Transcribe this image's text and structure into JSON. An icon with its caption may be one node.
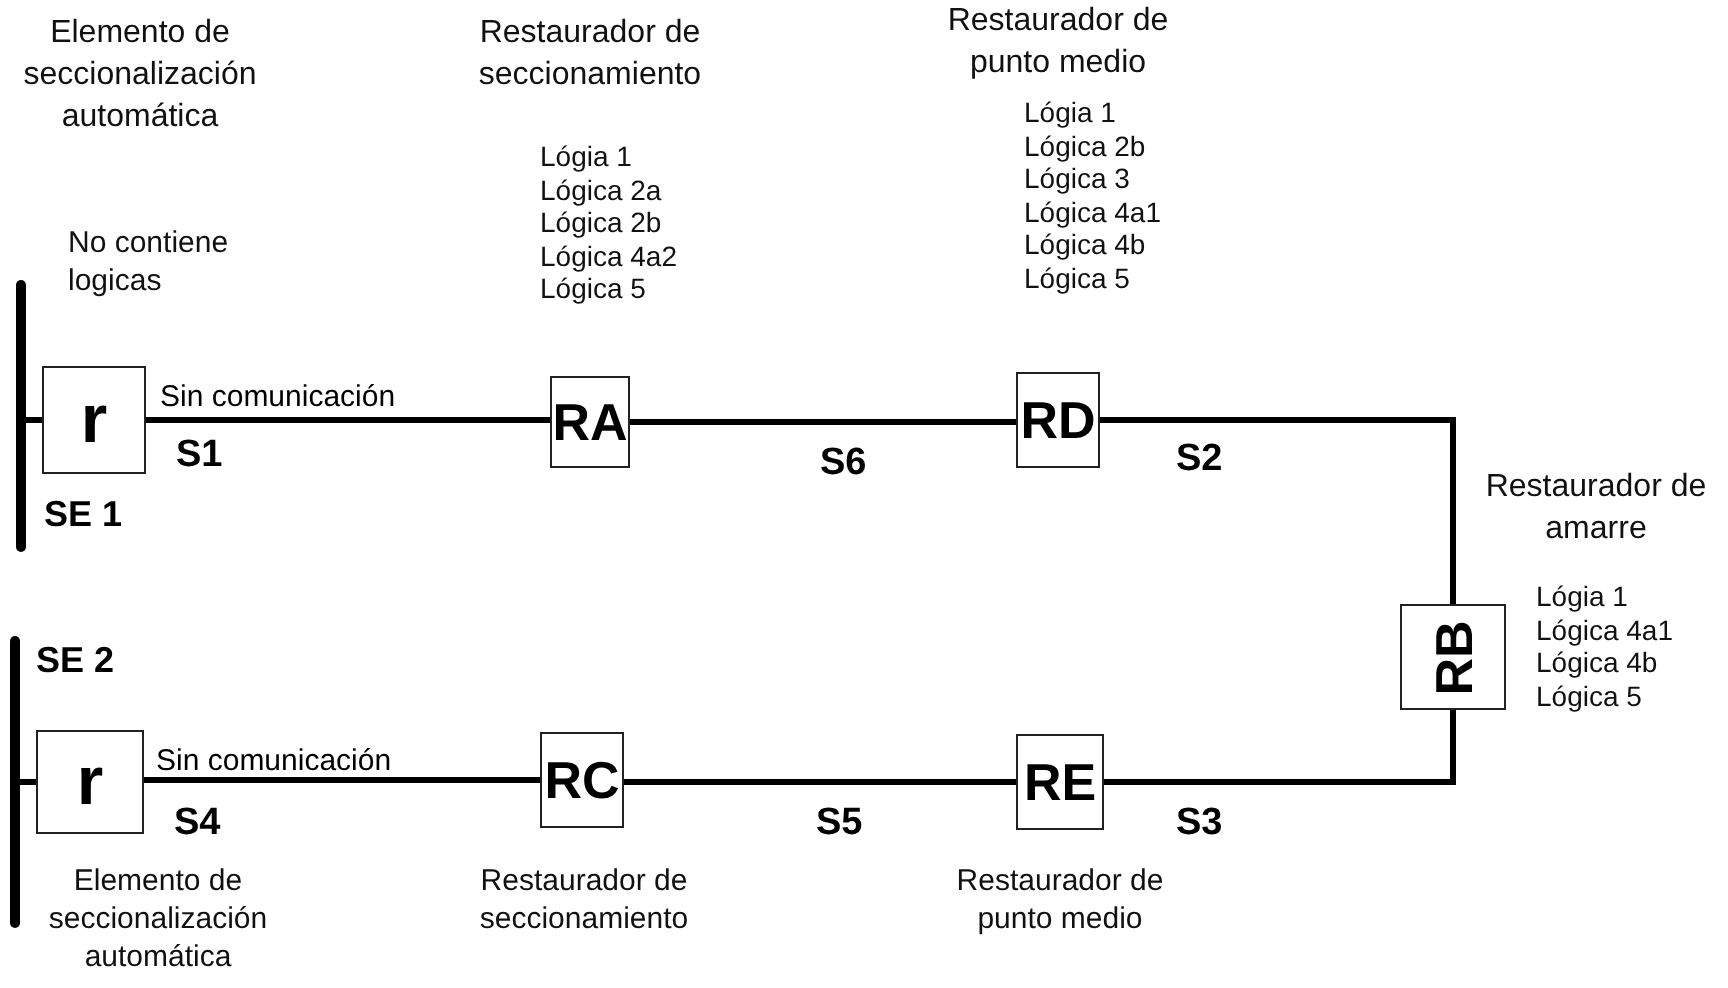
{
  "diagram": {
    "nodes": [
      {
        "text": [],
        "shape": "bar",
        "beside": [
          "SE 1"
        ]
      },
      {
        "text": [
          "r"
        ],
        "beside": [
          "Elemento de seccionalización automática",
          "No contiene logicas"
        ]
      },
      {
        "text": [
          "RA"
        ],
        "beside": [
          "Restaurador de seccionamiento",
          "Lógia 1",
          "Lógica 2a",
          "Lógica 2b",
          "Lógica 4a2",
          "Lógica 5"
        ]
      },
      {
        "text": [
          "RD"
        ],
        "beside": [
          "Restaurador de punto medio",
          "Lógia 1",
          "Lógica 2b",
          "Lógica 3",
          "Lógica 4a1",
          "Lógica 4b",
          "Lógica 5"
        ]
      },
      {
        "text": [
          "RB"
        ],
        "beside": [
          "Restaurador de amarre",
          "Lógia 1",
          "Lógica 4a1",
          "Lógica 4b",
          "Lógica 5"
        ]
      },
      {
        "text": [
          "RE"
        ],
        "beside": [
          "Restaurador de punto medio"
        ]
      },
      {
        "text": [
          "RC"
        ],
        "beside": [
          "Restaurador de seccionamiento"
        ]
      },
      {
        "text": [
          "r"
        ]
      },
      {
        "text": [],
        "shape": "bar",
        "beside": [
          "SE 2"
        ]
      }
    ],
    "edges": [
      {
        "from": 0,
        "to": 1,
        "arrow": "none"
      },
      {
        "from": 1,
        "to": 2,
        "arrow": "none",
        "label": "S1"
      },
      {
        "from": 2,
        "to": 3,
        "arrow": "none",
        "label": "S6"
      },
      {
        "from": 3,
        "to": 4,
        "arrow": "none",
        "label": "S2"
      },
      {
        "from": 4,
        "to": 5,
        "arrow": "none",
        "label": "S3"
      },
      {
        "from": 5,
        "to": 6,
        "arrow": "none",
        "label": "S5"
      },
      {
        "from": 6,
        "to": 7,
        "arrow": "none",
        "label": "S4"
      },
      {
        "from": 7,
        "to": 8,
        "arrow": "none"
      }
    ],
    "labels": [
      "Sin comunicación",
      "Sin comunicación",
      "Elemento de seccionalización automática"
    ]
  }
}
